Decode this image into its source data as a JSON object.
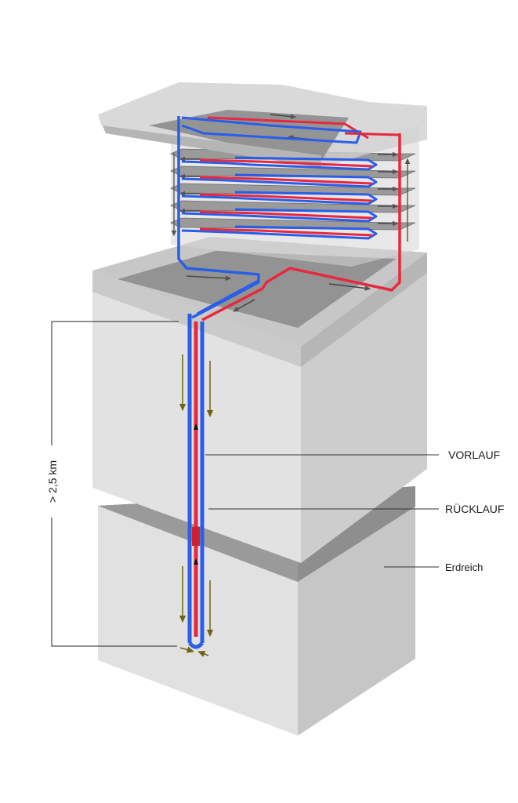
{
  "labels": {
    "depth": "> 2,5 km",
    "vorlauf": "VORLAUF",
    "ruecklauf": "RÜCKLAUF",
    "erdreich": "Erdreich"
  },
  "colors": {
    "supply": "#e8283c",
    "return": "#2a5ee8",
    "arrow": "#6e6414"
  }
}
